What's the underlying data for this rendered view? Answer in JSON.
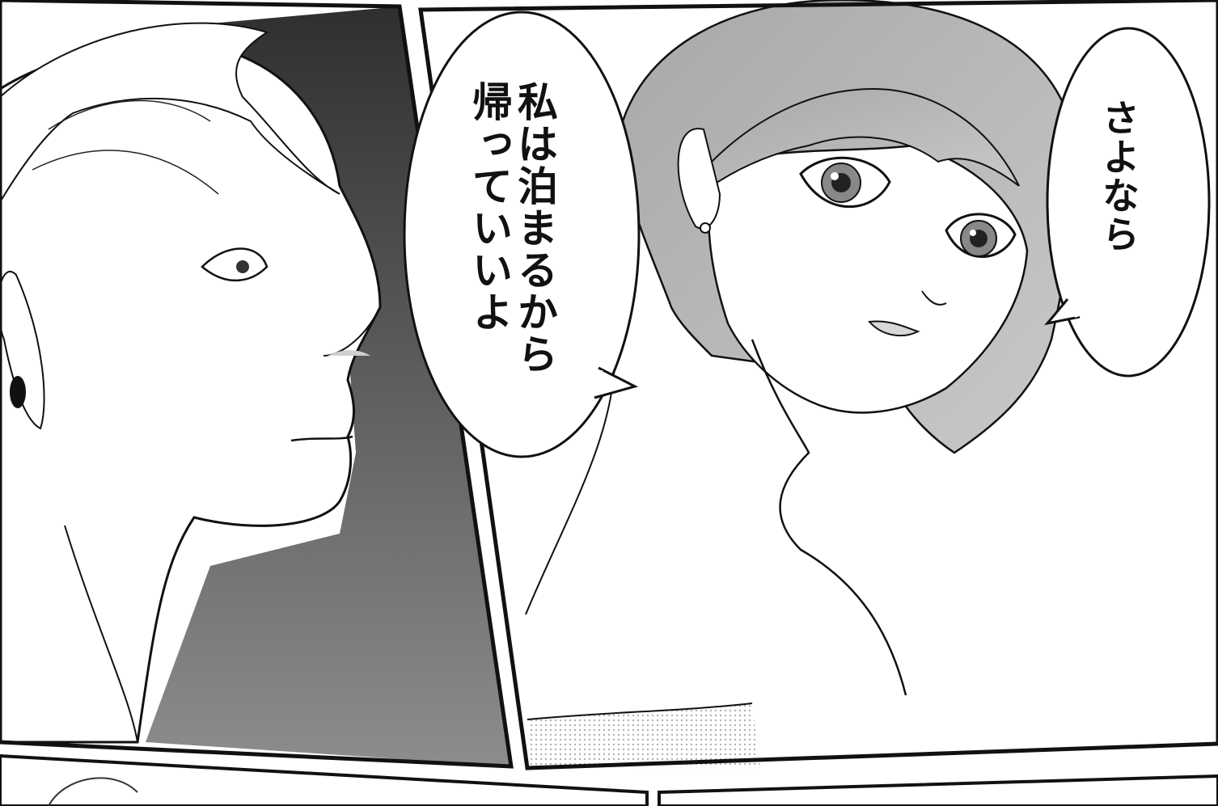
{
  "bubbles": {
    "left_bubble": {
      "lines": [
        "私は泊まるから",
        "帰っていいよ"
      ]
    },
    "right_bubble": {
      "lines": [
        "さよなら"
      ]
    }
  },
  "colors": {
    "panel_border": "#111111",
    "dark_background_top": "#3a3a3a",
    "dark_background_bottom": "#8a8a8a",
    "hair_tone": "#b8b8b8",
    "skin": "#ffffff"
  }
}
